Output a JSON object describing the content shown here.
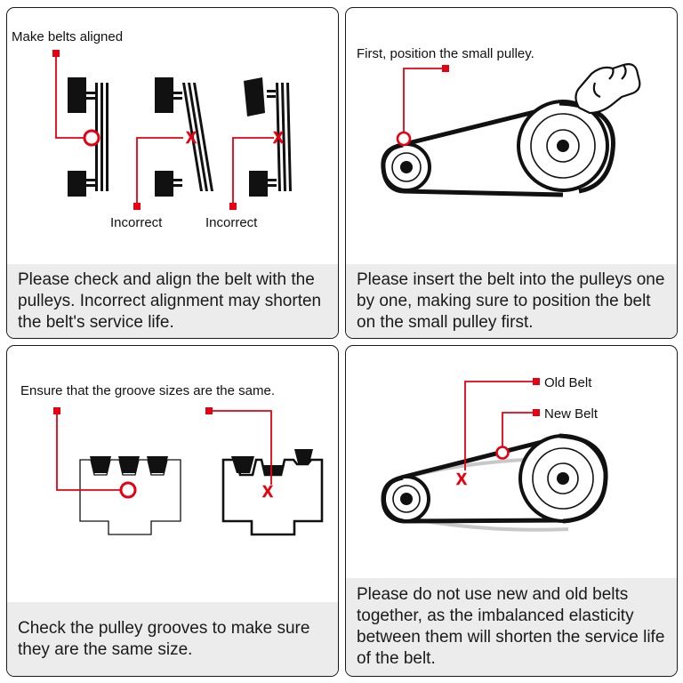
{
  "panel1": {
    "label_aligned": "Make belts aligned",
    "label_incorrect_1": "Incorrect",
    "label_incorrect_2": "Incorrect",
    "caption": "Please check and align the belt with the pulleys. Incorrect alignment may shorten the belt's service life."
  },
  "panel2": {
    "label_small_pulley": "First, position the small pulley.",
    "caption": "Please insert the belt into the pulleys one by one, making sure to position the belt on the small pulley first."
  },
  "panel3": {
    "label_grooves": "Ensure that the groove sizes are the same.",
    "caption": "Check the pulley grooves to make sure they are the same size."
  },
  "panel4": {
    "label_old_belt": "Old Belt",
    "label_new_belt": "New Belt",
    "caption": "Please do not use new and old belts together, as the imbalanced elasticity between them will shorten the service life of the belt."
  },
  "colors": {
    "accent_red": "#e60012",
    "caption_background": "#ececec",
    "line_black": "#111111"
  }
}
